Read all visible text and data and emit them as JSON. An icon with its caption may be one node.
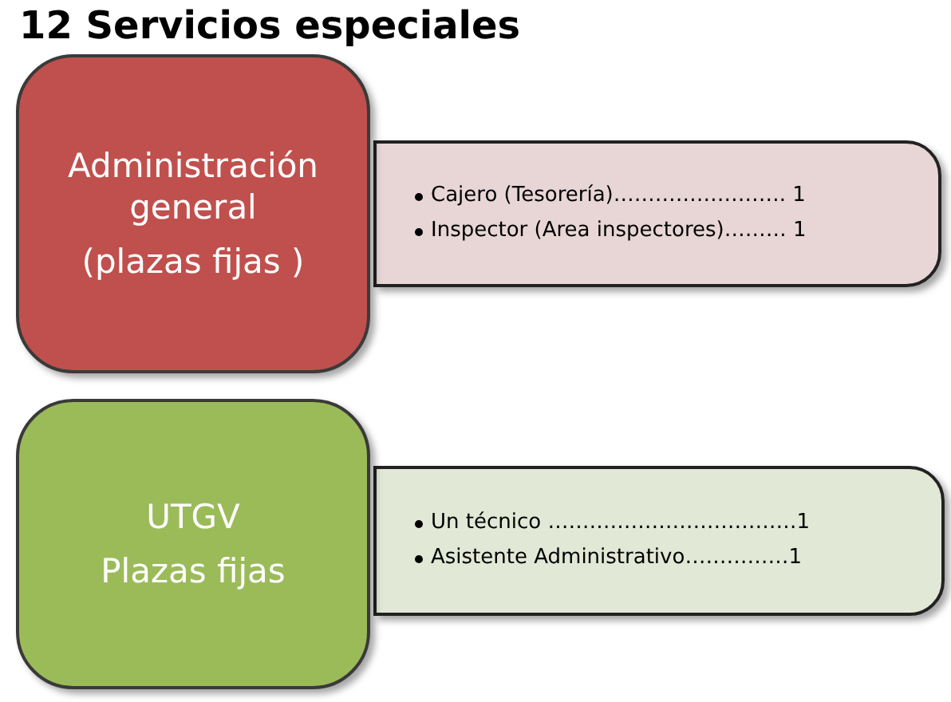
{
  "diagram": {
    "title": "12 Servicios especiales",
    "nodes": [
      {
        "text": [
          "Administración general",
          "(plazas fijas )"
        ]
      },
      {
        "text": [
          "Cajero   (Tesorería)……………………. 1",
          "Inspector  (Area inspectores)……… 1"
        ]
      },
      {
        "text": [
          "UTGV",
          "Plazas fijas"
        ]
      },
      {
        "text": [
          "Un técnico ………………………………1",
          "Asistente Administrativo……………1"
        ]
      }
    ]
  }
}
